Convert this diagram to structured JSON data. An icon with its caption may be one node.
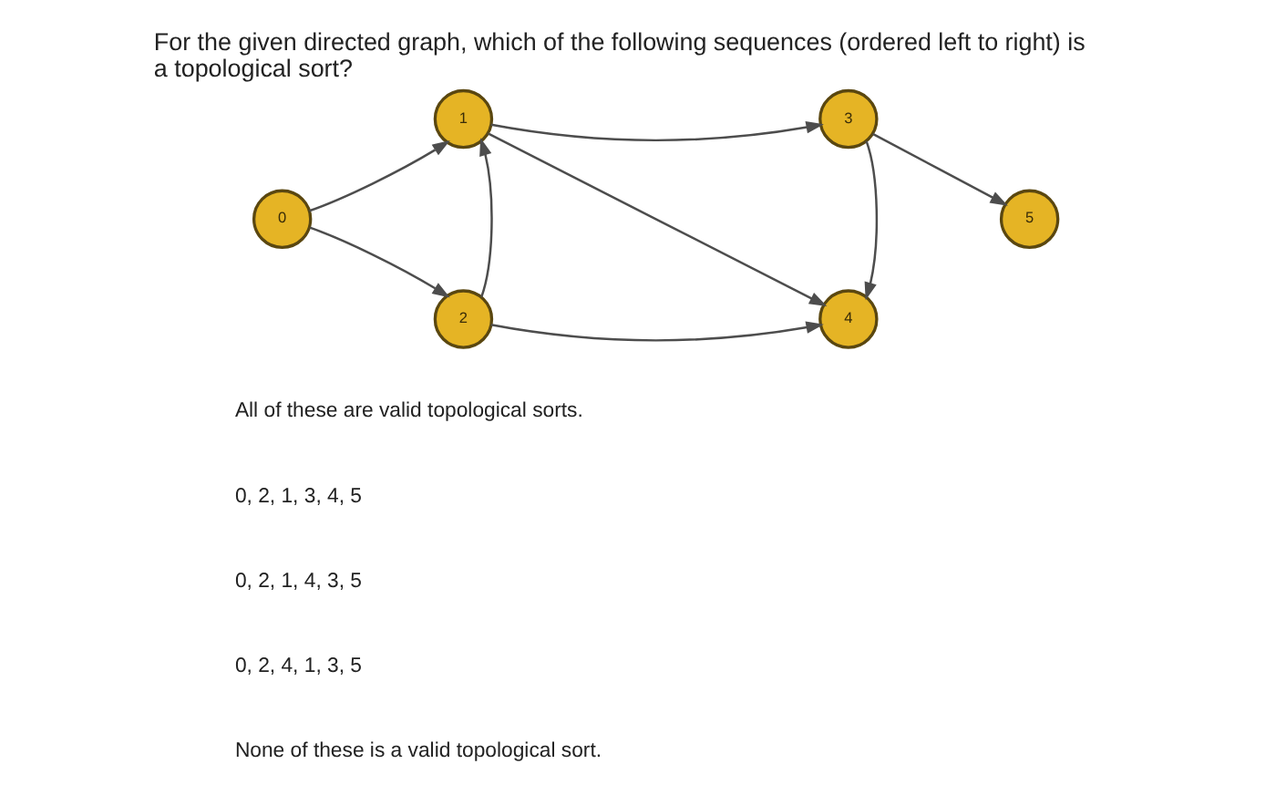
{
  "diagram": {
    "title": "For the given directed graph, which of the following sequences (ordered left to right) is a topological sort?",
    "nodes": [
      {
        "text": [
          "0"
        ]
      },
      {
        "text": [
          "1"
        ]
      },
      {
        "text": [
          "2"
        ]
      },
      {
        "text": [
          "3"
        ]
      },
      {
        "text": [
          "4"
        ]
      },
      {
        "text": [
          "5"
        ]
      }
    ],
    "edges": [
      {
        "from": 0,
        "to": 1,
        "arrow": "to"
      },
      {
        "from": 0,
        "to": 2,
        "arrow": "to"
      },
      {
        "from": 2,
        "to": 1,
        "arrow": "to"
      },
      {
        "from": 1,
        "to": 3,
        "arrow": "to"
      },
      {
        "from": 1,
        "to": 4,
        "arrow": "to"
      },
      {
        "from": 2,
        "to": 4,
        "arrow": "to"
      },
      {
        "from": 3,
        "to": 4,
        "arrow": "to"
      },
      {
        "from": 3,
        "to": 5,
        "arrow": "to"
      }
    ],
    "labels": [
      "All of these are valid topological sorts.",
      "0, 2, 1, 3, 4, 5",
      "0, 2, 1, 4, 3, 5",
      "0, 2, 4, 1, 3, 5",
      "None of these is a valid topological sort."
    ]
  }
}
